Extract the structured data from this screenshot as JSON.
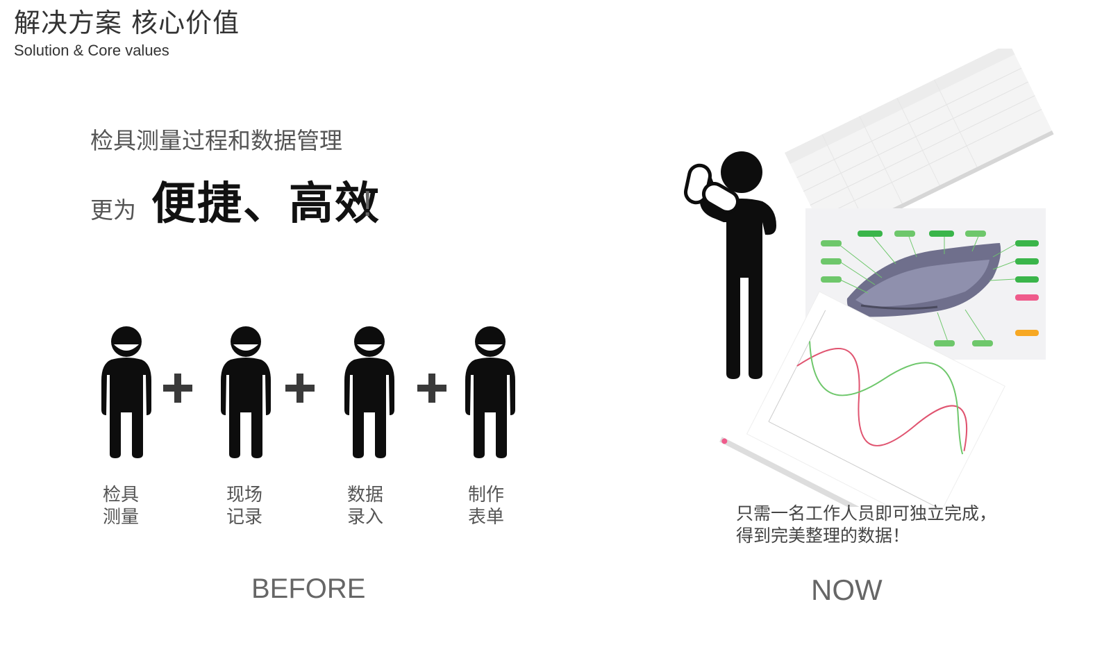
{
  "header": {
    "title_cn": "解决方案 核心价值",
    "title_en": "Solution & Core values"
  },
  "headline": {
    "line1": "检具测量过程和数据管理",
    "prefix": "更为",
    "emphasis": "便捷、高效",
    "exclaim": "!"
  },
  "before": {
    "label": "BEFORE",
    "roles": [
      {
        "line1": "检具",
        "line2": "测量"
      },
      {
        "line1": "现场",
        "line2": "记录"
      },
      {
        "line1": "数据",
        "line2": "录入"
      },
      {
        "line1": "制作",
        "line2": "表单"
      }
    ],
    "plus_icon": "plus-icon",
    "person_icon": "person-icon"
  },
  "now": {
    "label": "NOW",
    "description_line1": "只需一名工作人员即可独立完成，",
    "description_line2": "得到完美整理的数据！"
  },
  "colors": {
    "figure": "#0d0d0d",
    "tag_green": "#3ab54a",
    "tag_orange": "#f7a823",
    "tag_pink": "#ef5b8b",
    "curve_red": "#e05470",
    "curve_green": "#6ec76b"
  }
}
